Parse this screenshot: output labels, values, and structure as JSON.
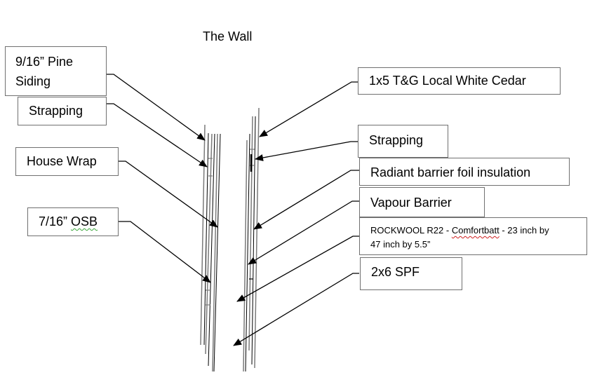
{
  "diagram": {
    "title": "The Wall",
    "left_labels": [
      {
        "id": "pine-siding",
        "lines": [
          "9/16” Pine",
          "Siding"
        ]
      },
      {
        "id": "strapping-left",
        "lines": [
          "Strapping"
        ]
      },
      {
        "id": "house-wrap",
        "lines": [
          "House Wrap"
        ]
      },
      {
        "id": "osb",
        "lines": [
          "7/16” OSB"
        ]
      }
    ],
    "right_labels": [
      {
        "id": "cedar",
        "lines": [
          "1x5 T&G Local White Cedar"
        ]
      },
      {
        "id": "strapping-right",
        "lines": [
          "Strapping"
        ]
      },
      {
        "id": "radiant-barrier",
        "lines": [
          "Radiant barrier foil insulation"
        ]
      },
      {
        "id": "vapour-barrier",
        "lines": [
          "Vapour Barrier"
        ]
      },
      {
        "id": "rockwool",
        "lines": [
          "ROCKWOOL R22 - Comfortbatt - 23 inch by",
          "47 inch by 5.5”"
        ]
      },
      {
        "id": "spf",
        "lines": [
          "2x6 SPF"
        ]
      }
    ],
    "colors": {
      "box_border": "#707070",
      "line": "#000000",
      "layer_gray": "#7a7a7a"
    }
  }
}
